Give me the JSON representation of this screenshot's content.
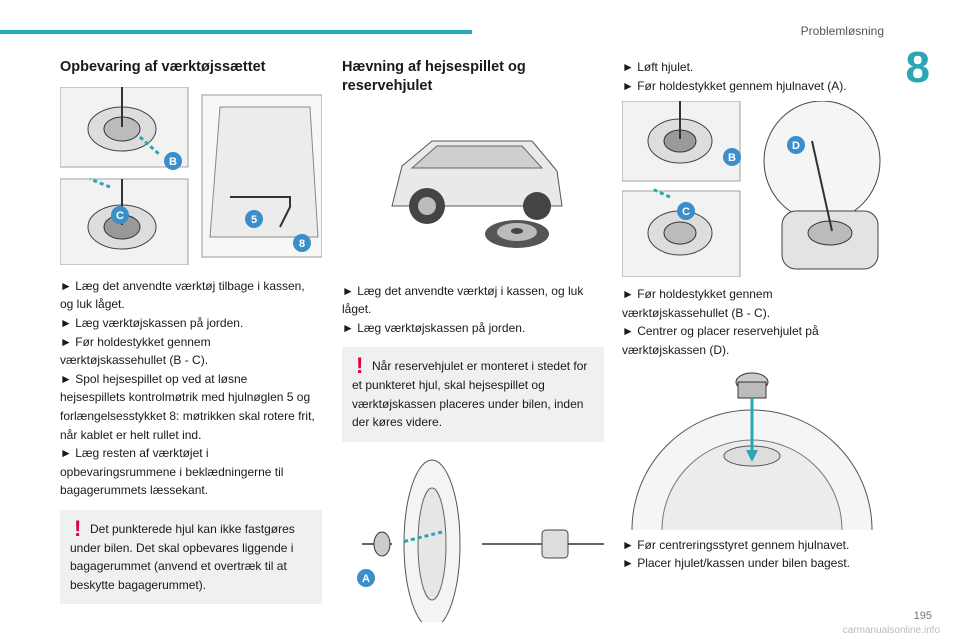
{
  "header": {
    "section": "Problemløsning",
    "chapter": "8",
    "page": "195"
  },
  "col1": {
    "title": "Opbevaring af værktøjssættet",
    "lines": [
      "► Læg det anvendte værktøj tilbage i kassen,",
      "og luk låget.",
      "► Læg værktøjskassen på jorden.",
      "► Før holdestykket gennem",
      "værktøjskassehullet (B - C).",
      "► Spol hejsespillet op ved at løsne",
      "hejsespillets kontrolmøtrik med hjulnøglen 5 og",
      "forlængelsesstykket 8: møtrikken skal rotere frit,",
      "når kablet er helt rullet ind.",
      "► Læg resten af værktøjet i",
      "opbevaringsrummene i beklædningerne til",
      "bagagerummets læssekant."
    ],
    "warning": "Det punkterede hjul kan ikke fastgøres under bilen. Det skal opbevares liggende i bagagerummet (anvend et overtræk til at beskytte bagagerummet).",
    "fig_labels": [
      "B",
      "C",
      "5",
      "8"
    ]
  },
  "col2": {
    "title": "Hævning af hejsespillet og reservehjulet",
    "lines": [
      "► Læg det anvendte værktøj i kassen, og luk",
      "låget.",
      "► Læg værktøjskassen på jorden."
    ],
    "warning": "Når reservehjulet er monteret i stedet for et punkteret hjul, skal hejsespillet og værktøjskassen placeres under bilen, inden der køres videre.",
    "fig_labels": [
      "A"
    ]
  },
  "col3": {
    "lines_top": [
      "► Løft hjulet.",
      "► Før holdestykket gennem hjulnavet (A)."
    ],
    "lines_mid": [
      "► Før holdestykket gennem",
      "værktøjskassehullet (B - C).",
      "► Centrer og placer reservehjulet på",
      "værktøjskassen (D)."
    ],
    "lines_bottom": [
      "► Før centreringsstyret gennem hjulnavet.",
      "► Placer hjulet/kassen under bilen bagest."
    ],
    "fig_labels": [
      "D",
      "B",
      "C"
    ]
  },
  "footer": {
    "watermark": "carmanualsonline.info"
  },
  "colors": {
    "accent": "#2aa6b4",
    "label": "#3b8fc9",
    "warning": "#e0003c"
  }
}
